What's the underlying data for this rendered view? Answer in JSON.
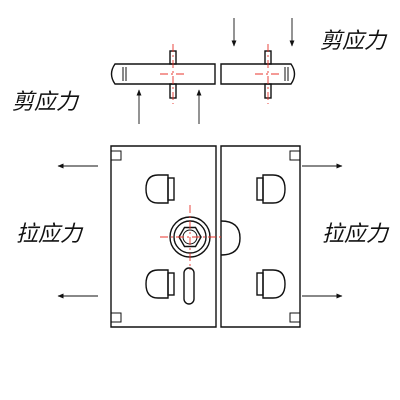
{
  "labels": {
    "shear_top_right": "剪应力",
    "shear_mid_left": "剪应力",
    "tension_left": "拉应力",
    "tension_right": "拉应力"
  },
  "colors": {
    "line": "#111111",
    "centerline": "#e8342c"
  }
}
